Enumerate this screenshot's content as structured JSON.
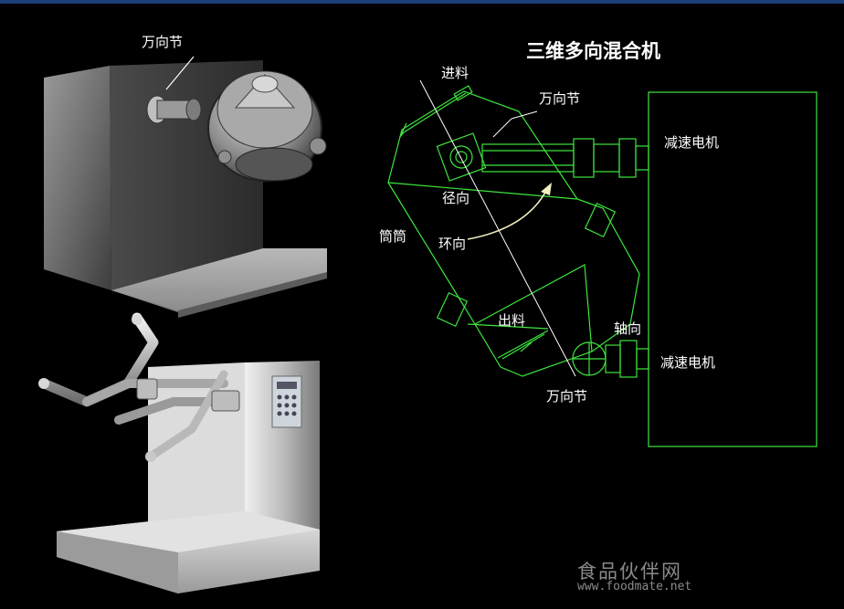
{
  "title": "三维多向混合机",
  "photo_top": {
    "label": "万向节"
  },
  "diagram": {
    "feed": "进料",
    "joint_top": "万向节",
    "motor_top": "减速电机",
    "radial": "径向",
    "barrel": "筒筒",
    "circular": "环向",
    "discharge": "出料",
    "axial": "轴向",
    "motor_bottom": "减速电机",
    "joint_bottom": "万向节"
  },
  "watermark": {
    "cn": "食品伙伴网",
    "url": "www.foodmate.net"
  },
  "colors": {
    "line": "#3de63d",
    "background": "#000000",
    "text": "#ffffff"
  }
}
